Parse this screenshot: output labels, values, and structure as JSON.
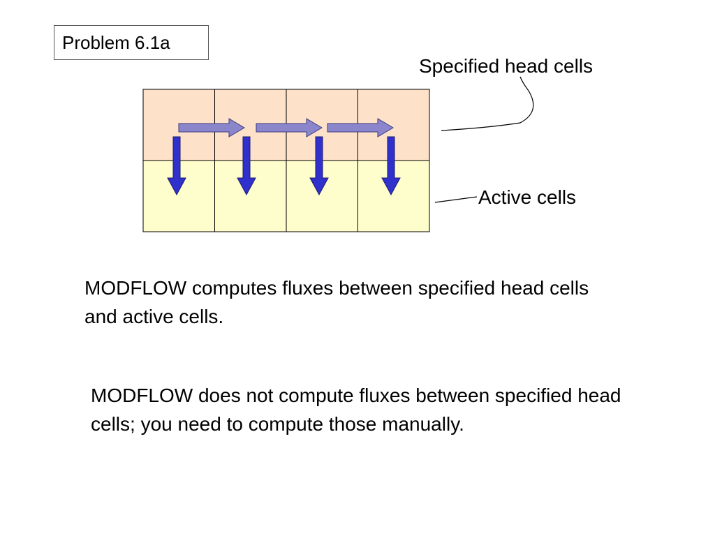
{
  "title": "Problem 6.1a",
  "labels": {
    "specified_head_cells": "Specified head cells",
    "active_cells": "Active cells"
  },
  "paragraphs": [
    "MODFLOW computes fluxes between specified head cells and active cells.",
    "MODFLOW does not compute fluxes between specified head cells; you need to compute those manually."
  ],
  "grid": {
    "columns": 4,
    "rows": [
      {
        "type": "specified head",
        "fill": "#fde1c8"
      },
      {
        "type": "active",
        "fill": "#fefdcc"
      }
    ],
    "line_color": "#000000"
  },
  "arrows": {
    "horizontal_count": 3,
    "horizontal_color": "#8b86cc",
    "horizontal_direction": "right",
    "vertical_count": 4,
    "vertical_color": "#3030cc",
    "vertical_direction": "down"
  },
  "leader_line_color": "#000000"
}
